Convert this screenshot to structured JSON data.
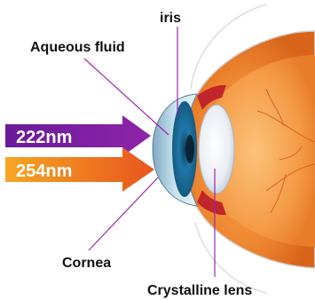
{
  "labels": {
    "iris": "iris",
    "aqueous_fluid": "Aqueous fluid",
    "cornea": "Cornea",
    "lens": "Crystalline lens"
  },
  "arrows": [
    {
      "label": "222nm",
      "color_start": "#6a1b9a",
      "color_end": "#8e24aa"
    },
    {
      "label": "254nm",
      "color_start": "#f5a623",
      "color_end": "#e8541e"
    }
  ],
  "colors": {
    "leader_line": "#9c27b0",
    "sclera": "#ea7a22",
    "cornea": "#9ec8dc",
    "iris": "#1f7fb0"
  }
}
